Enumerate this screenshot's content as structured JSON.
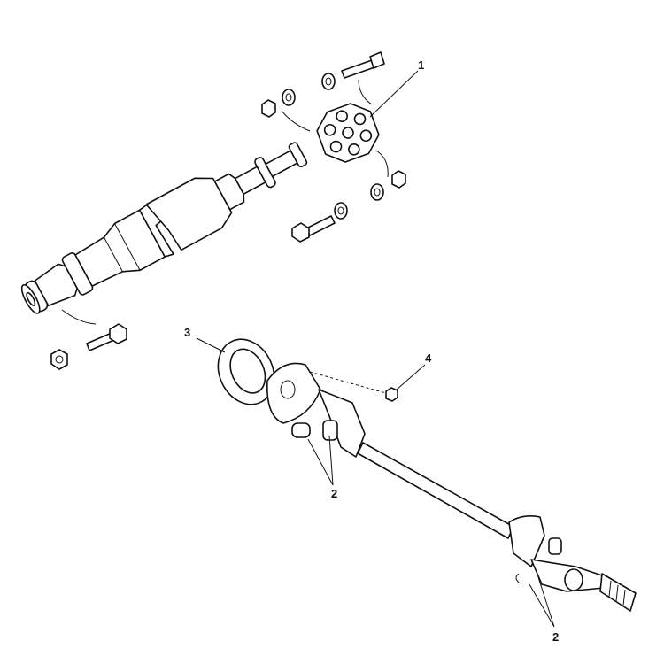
{
  "diagram": {
    "type": "exploded parts diagram",
    "callouts": [
      {
        "id": "c1",
        "label": "1"
      },
      {
        "id": "c3",
        "label": "3"
      },
      {
        "id": "c4",
        "label": "4"
      },
      {
        "id": "c2a",
        "label": "2"
      },
      {
        "id": "c2b",
        "label": "2"
      }
    ]
  }
}
